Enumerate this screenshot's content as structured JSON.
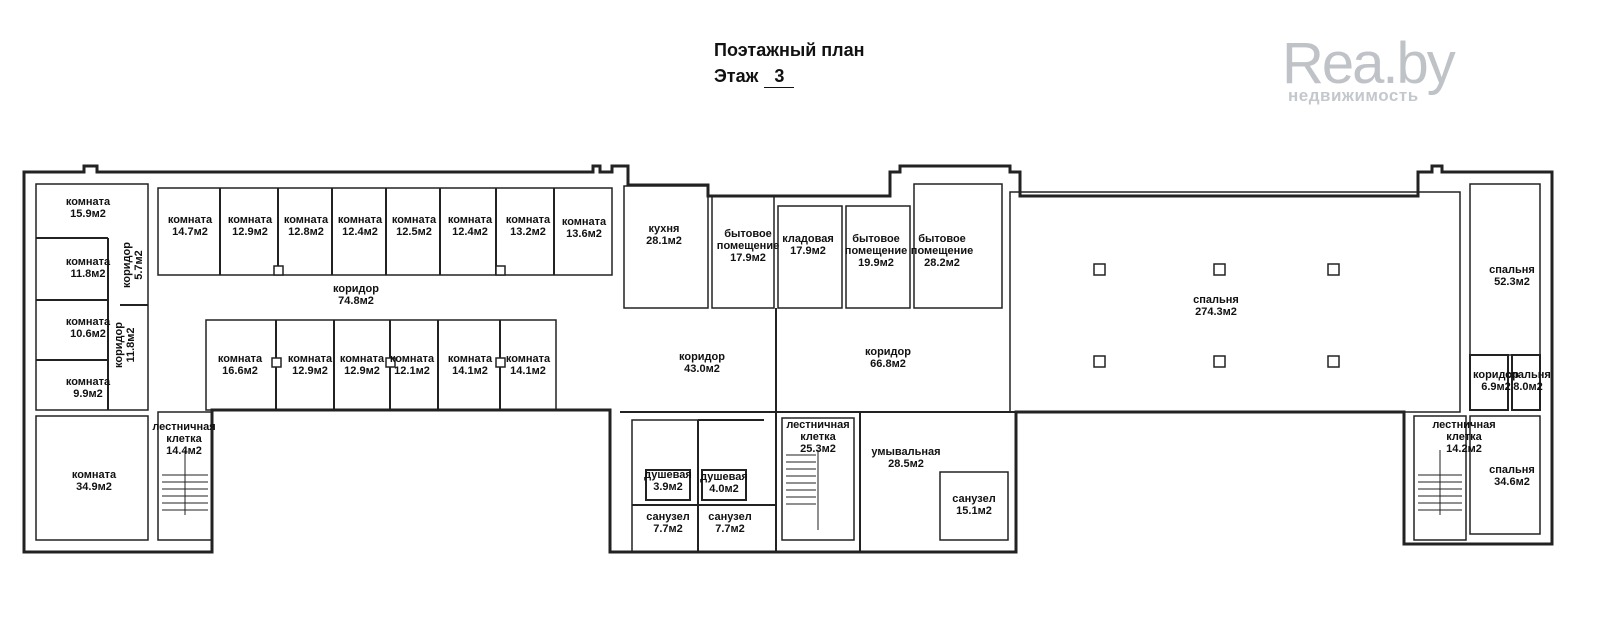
{
  "header": {
    "title": "Поэтажный план",
    "floor_label": "Этаж",
    "floor_number": "3"
  },
  "logo": {
    "brand": "Rea.by",
    "tagline": "недвижимость"
  },
  "rooms": [
    {
      "name": "комната",
      "area": "15.9м2"
    },
    {
      "name": "комната",
      "area": "11.8м2"
    },
    {
      "name": "комната",
      "area": "10.6м2"
    },
    {
      "name": "комната",
      "area": "9.9м2"
    },
    {
      "name": "коридор",
      "area": "5.7м2"
    },
    {
      "name": "коридор",
      "area": "11.8м2"
    },
    {
      "name": "комната",
      "area": "34.9м2"
    },
    {
      "name": "лестничная клетка",
      "area": "14.4м2"
    },
    {
      "name": "комната",
      "area": "14.7м2"
    },
    {
      "name": "комната",
      "area": "12.9м2"
    },
    {
      "name": "комната",
      "area": "12.8м2"
    },
    {
      "name": "комната",
      "area": "12.4м2"
    },
    {
      "name": "комната",
      "area": "12.5м2"
    },
    {
      "name": "комната",
      "area": "12.4м2"
    },
    {
      "name": "комната",
      "area": "13.2м2"
    },
    {
      "name": "комната",
      "area": "13.6м2"
    },
    {
      "name": "коридор",
      "area": "74.8м2"
    },
    {
      "name": "комната",
      "area": "16.6м2"
    },
    {
      "name": "комната",
      "area": "12.9м2"
    },
    {
      "name": "комната",
      "area": "12.9м2"
    },
    {
      "name": "комната",
      "area": "12.1м2"
    },
    {
      "name": "комната",
      "area": "14.1м2"
    },
    {
      "name": "комната",
      "area": "14.1м2"
    },
    {
      "name": "кухня",
      "area": "28.1м2"
    },
    {
      "name": "бытовое помещение",
      "area": "17.9м2"
    },
    {
      "name": "кладовая",
      "area": "17.9м2"
    },
    {
      "name": "бытовое помещение",
      "area": "19.9м2"
    },
    {
      "name": "бытовое помещение",
      "area": "28.2м2"
    },
    {
      "name": "коридор",
      "area": "43.0м2"
    },
    {
      "name": "коридор",
      "area": "66.8м2"
    },
    {
      "name": "душевая",
      "area": "3.9м2"
    },
    {
      "name": "душевая",
      "area": "4.0м2"
    },
    {
      "name": "санузел",
      "area": "7.7м2"
    },
    {
      "name": "санузел",
      "area": "7.7м2"
    },
    {
      "name": "лестничная клетка",
      "area": "25.3м2"
    },
    {
      "name": "умывальная",
      "area": "28.5м2"
    },
    {
      "name": "санузел",
      "area": "15.1м2"
    },
    {
      "name": "спальня",
      "area": "274.3м2"
    },
    {
      "name": "спальня",
      "area": "52.3м2"
    },
    {
      "name": "коридор",
      "area": "6.9м2"
    },
    {
      "name": "спальня",
      "area": "8.0м2"
    },
    {
      "name": "лестничная клетка",
      "area": "14.2м2"
    },
    {
      "name": "спальня",
      "area": "34.6м2"
    }
  ]
}
